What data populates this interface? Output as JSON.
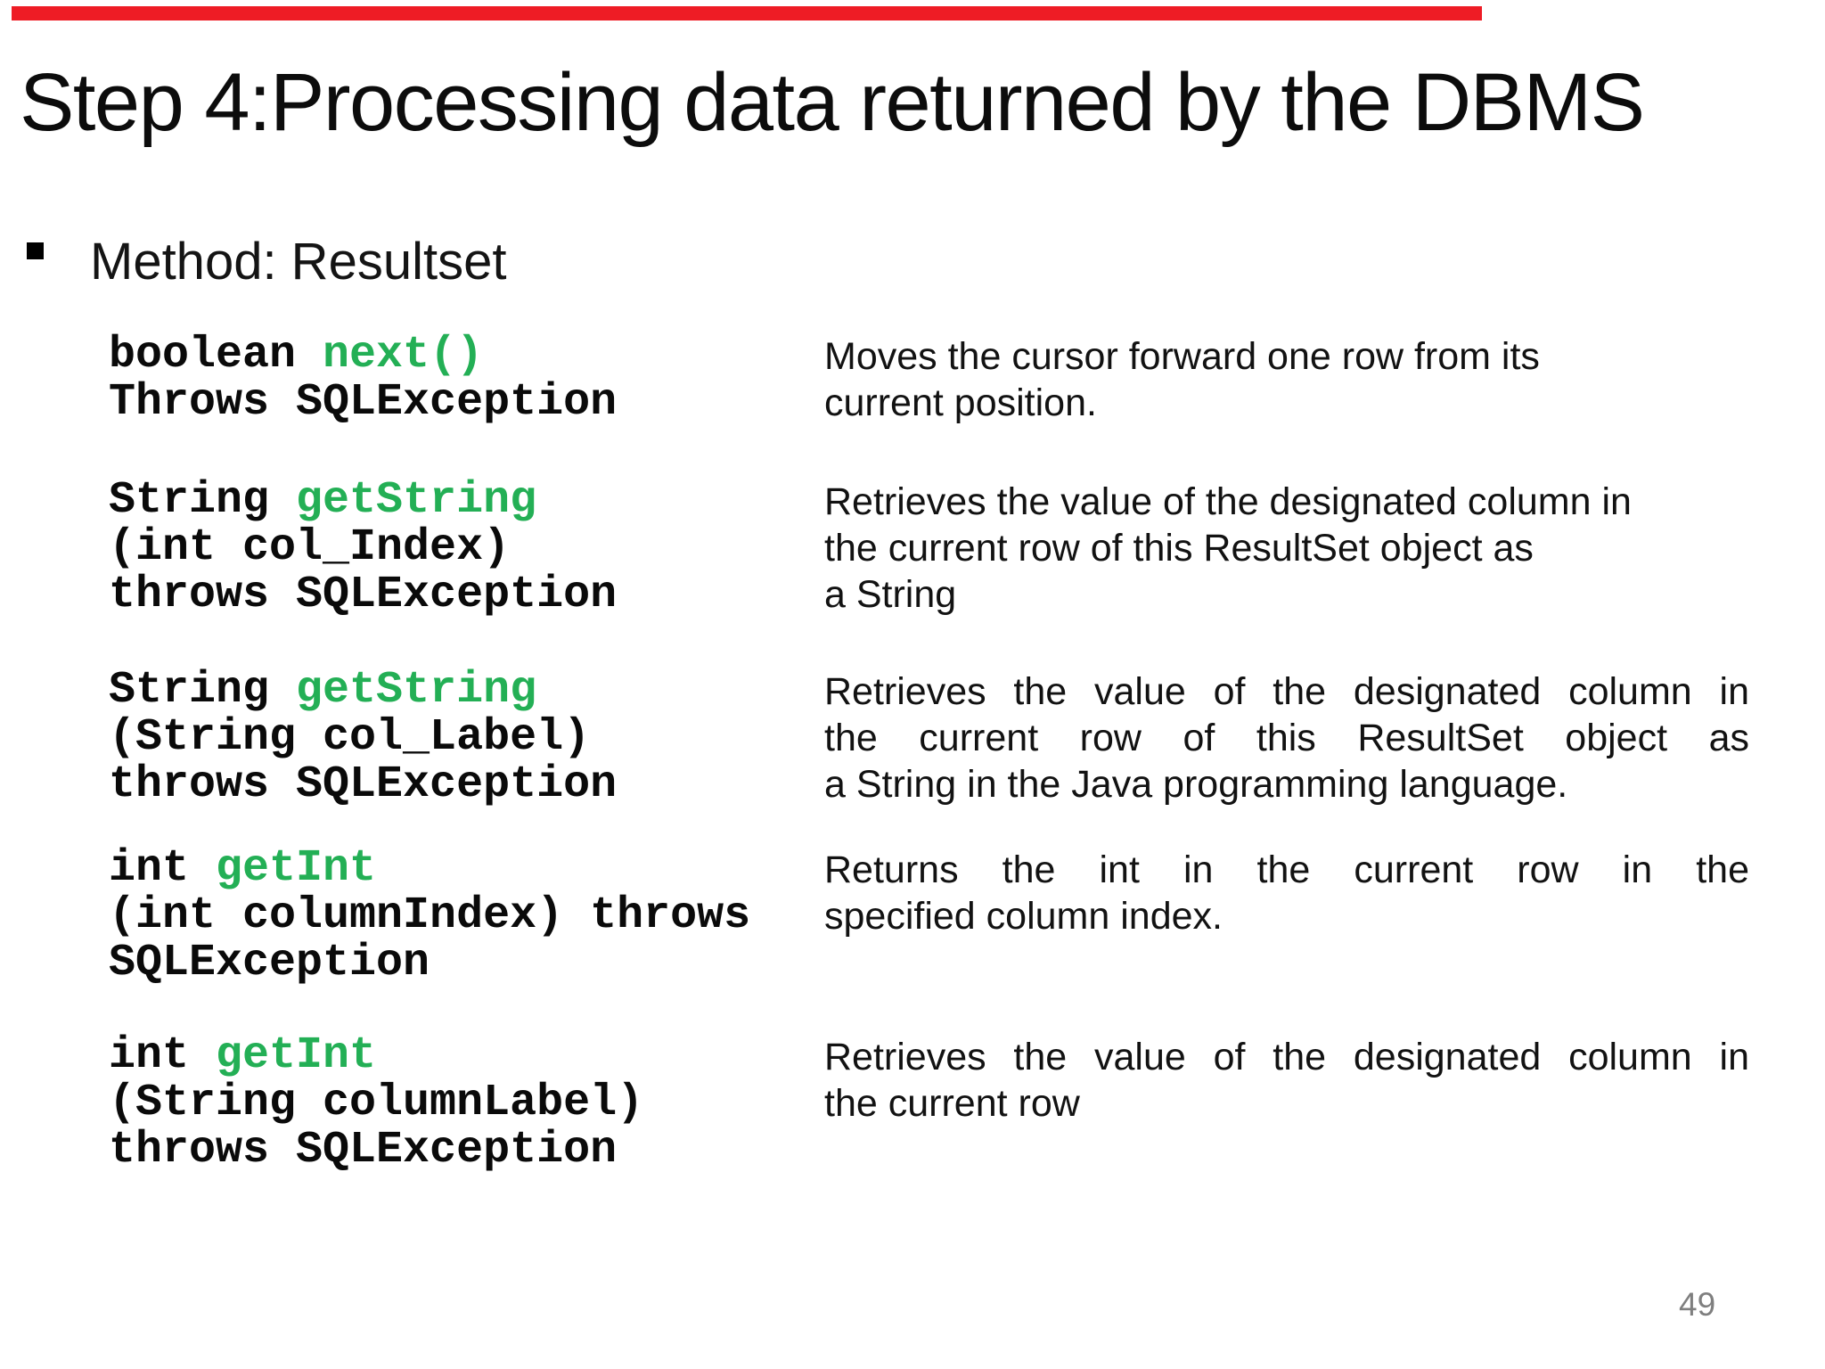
{
  "slide": {
    "accent_color": "#ee1c25",
    "code_green_color": "#23af55",
    "title": "Step 4:Processing data returned by the DBMS",
    "bullet_label": "Method: Resultset",
    "page_number": "49",
    "rows": [
      {
        "method": "next",
        "code_lines": [
          {
            "segments": [
              {
                "text": "boolean ",
                "green": false
              },
              {
                "text": "next()",
                "green": true
              }
            ]
          },
          {
            "segments": [
              {
                "text": "Throws SQLException",
                "green": false
              }
            ]
          }
        ],
        "desc_lines": [
          {
            "text": "Moves the cursor forward one row from its",
            "stretch": false
          },
          {
            "text": "current position.",
            "stretch": false
          }
        ]
      },
      {
        "method": "getString(int)",
        "code_lines": [
          {
            "segments": [
              {
                "text": "String ",
                "green": false
              },
              {
                "text": "getString",
                "green": true
              }
            ]
          },
          {
            "segments": [
              {
                "text": "(int col_Index)",
                "green": false
              }
            ]
          },
          {
            "segments": [
              {
                "text": "throws SQLException",
                "green": false
              }
            ]
          }
        ],
        "desc_lines": [
          {
            "text": "Retrieves the value of the designated column in",
            "stretch": false
          },
          {
            "text": "the current row of this ResultSet object as",
            "stretch": false
          },
          {
            "text": "a String",
            "stretch": false
          }
        ]
      },
      {
        "method": "getString(String)",
        "code_lines": [
          {
            "segments": [
              {
                "text": "String ",
                "green": false
              },
              {
                "text": "getString",
                "green": true
              }
            ]
          },
          {
            "segments": [
              {
                "text": "(String col_Label)",
                "green": false
              }
            ]
          },
          {
            "segments": [
              {
                "text": "throws SQLException",
                "green": false
              }
            ]
          }
        ],
        "desc_lines": [
          {
            "text": "Retrieves the value of the designated column in",
            "stretch": true
          },
          {
            "text": "the current row of this ResultSet object as",
            "stretch": true
          },
          {
            "text": "a String in the Java programming language.",
            "stretch": false
          }
        ]
      },
      {
        "method": "getInt(int)",
        "code_lines": [
          {
            "segments": [
              {
                "text": "int ",
                "green": false
              },
              {
                "text": "getInt",
                "green": true
              }
            ]
          },
          {
            "segments": [
              {
                "text": "(int columnIndex) throws",
                "green": false
              }
            ]
          },
          {
            "segments": [
              {
                "text": "SQLException",
                "green": false
              }
            ]
          }
        ],
        "desc_lines": [
          {
            "text": "Returns the int in the current row in the",
            "stretch": true
          },
          {
            "text": "specified column index.",
            "stretch": false
          }
        ]
      },
      {
        "method": "getInt(String)",
        "code_lines": [
          {
            "segments": [
              {
                "text": "int ",
                "green": false
              },
              {
                "text": "getInt",
                "green": true
              }
            ]
          },
          {
            "segments": [
              {
                "text": "(String columnLabel)",
                "green": false
              }
            ]
          },
          {
            "segments": [
              {
                "text": "throws SQLException",
                "green": false
              }
            ]
          }
        ],
        "desc_lines": [
          {
            "text": "Retrieves the value of the designated column in",
            "stretch": true
          },
          {
            "text": "the current row",
            "stretch": false
          }
        ]
      }
    ]
  }
}
